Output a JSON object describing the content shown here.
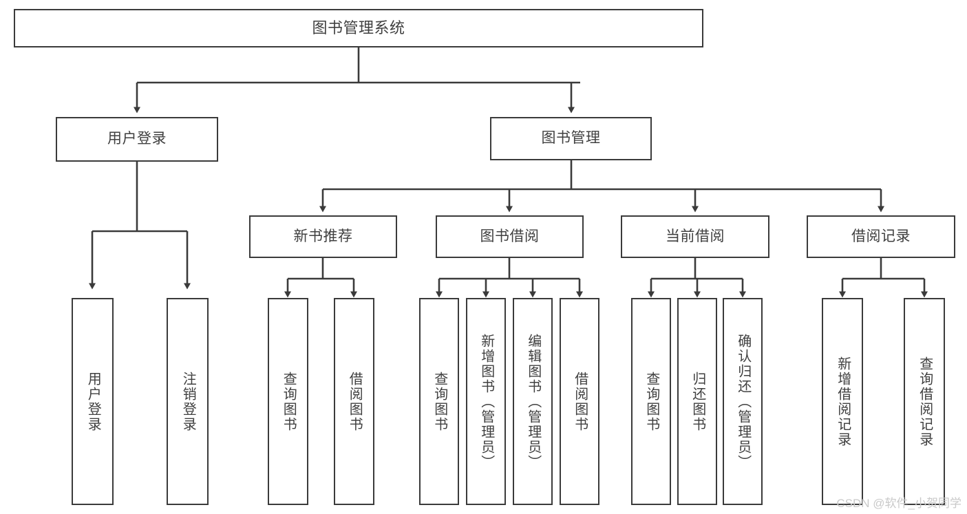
{
  "diagram": {
    "type": "tree-hierarchy-chart",
    "title": "图书管理系统",
    "stroke_color": "#3a3a3a",
    "text_color": "#3f3f3f",
    "background": "#ffffff",
    "nodes": {
      "root": {
        "label": "图书管理系统",
        "level": 0
      },
      "user_login": {
        "label": "用户登录",
        "level": 1
      },
      "book_mgmt": {
        "label": "图书管理",
        "level": 1
      },
      "new_book_rec": {
        "label": "新书推荐",
        "level": 2
      },
      "book_borrow": {
        "label": "图书借阅",
        "level": 2
      },
      "current_borrow": {
        "label": "当前借阅",
        "level": 2
      },
      "borrow_record": {
        "label": "借阅记录",
        "level": 2
      },
      "leaf_user_login": {
        "label": "用户登录",
        "level": 2
      },
      "leaf_logout": {
        "label": "注销登录",
        "level": 2
      },
      "leaf_query_book_1": {
        "label": "查询图书",
        "level": 3
      },
      "leaf_borrow_book_1": {
        "label": "借阅图书",
        "level": 3
      },
      "leaf_query_book_2": {
        "label": "查询图书",
        "level": 3
      },
      "leaf_add_book": {
        "label": "新增图书（管理员）",
        "level": 3
      },
      "leaf_edit_book": {
        "label": "编辑图书（管理员）",
        "level": 3
      },
      "leaf_borrow_book_2": {
        "label": "借阅图书",
        "level": 3
      },
      "leaf_query_book_3": {
        "label": "查询图书",
        "level": 3
      },
      "leaf_return_book": {
        "label": "归还图书",
        "level": 3
      },
      "leaf_confirm_return": {
        "label": "确认归还（管理员）",
        "level": 3
      },
      "leaf_add_record": {
        "label": "新增借阅记录",
        "level": 3
      },
      "leaf_query_record": {
        "label": "查询借阅记录",
        "level": 3
      }
    },
    "edges": [
      {
        "from": "root",
        "to": "user_login"
      },
      {
        "from": "root",
        "to": "book_mgmt"
      },
      {
        "from": "user_login",
        "to": "leaf_user_login"
      },
      {
        "from": "user_login",
        "to": "leaf_logout"
      },
      {
        "from": "book_mgmt",
        "to": "new_book_rec"
      },
      {
        "from": "book_mgmt",
        "to": "book_borrow"
      },
      {
        "from": "book_mgmt",
        "to": "current_borrow"
      },
      {
        "from": "book_mgmt",
        "to": "borrow_record"
      },
      {
        "from": "new_book_rec",
        "to": "leaf_query_book_1"
      },
      {
        "from": "new_book_rec",
        "to": "leaf_borrow_book_1"
      },
      {
        "from": "book_borrow",
        "to": "leaf_query_book_2"
      },
      {
        "from": "book_borrow",
        "to": "leaf_add_book"
      },
      {
        "from": "book_borrow",
        "to": "leaf_edit_book"
      },
      {
        "from": "book_borrow",
        "to": "leaf_borrow_book_2"
      },
      {
        "from": "current_borrow",
        "to": "leaf_query_book_3"
      },
      {
        "from": "current_borrow",
        "to": "leaf_return_book"
      },
      {
        "from": "current_borrow",
        "to": "leaf_confirm_return"
      },
      {
        "from": "borrow_record",
        "to": "leaf_add_record"
      },
      {
        "from": "borrow_record",
        "to": "leaf_query_record"
      }
    ]
  },
  "watermark": {
    "text": "CSDN @软件_小贺同学"
  }
}
